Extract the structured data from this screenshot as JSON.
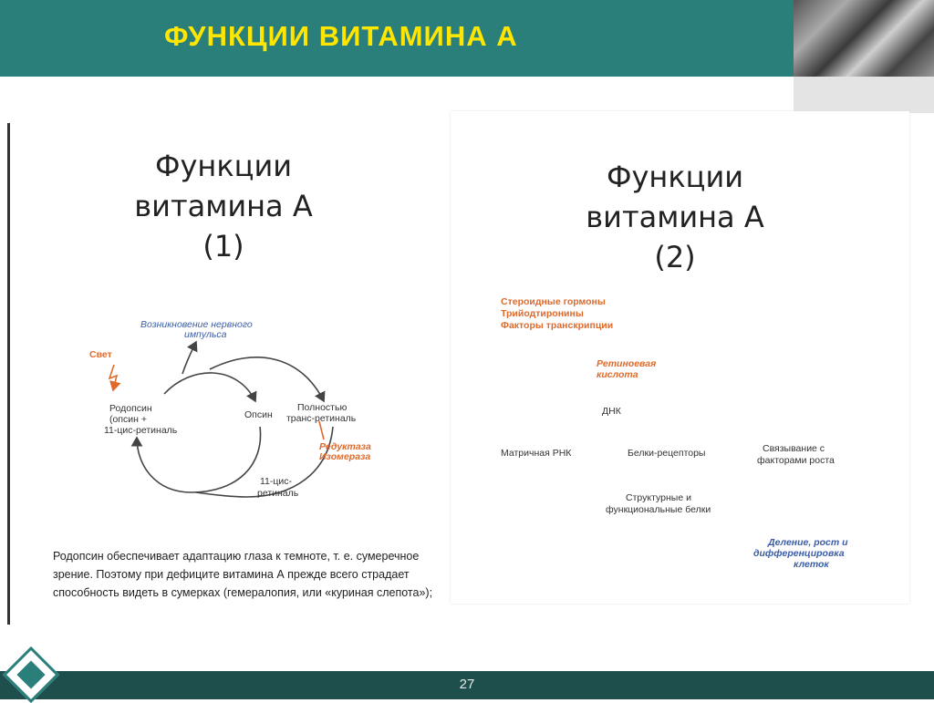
{
  "header": {
    "title": "ФУНКЦИИ ВИТАМИНА А"
  },
  "left": {
    "title_line1": "Функции",
    "title_line2": "витамина А",
    "title_line3": "(1)",
    "labels": {
      "impulse_1": "Возникновение нервного",
      "impulse_2": "импульса",
      "light": "Свет",
      "rhodopsin_1": "Родопсин",
      "rhodopsin_2": "(опсин +",
      "rhodopsin_3": "11-цис-ретиналь",
      "opsin": "Опсин",
      "trans_1": "Полностью",
      "trans_2": "транс-ретиналь",
      "enzyme_1": "Редуктаза",
      "enzyme_2": "Изомераза",
      "cis_1": "11-цис-",
      "cis_2": "ретиналь"
    },
    "paragraph": "Родопсин обеспечивает адаптацию глаза к темноте, т. е. сумеречное зрение. Поэтому при дефиците витамина А прежде всего страдает способность видеть в сумерках (гемералопия, или «куриная слепота»);"
  },
  "right": {
    "title_line1": "Функции",
    "title_line2": "витамина А",
    "title_line3": "(2)",
    "labels": {
      "hormones_1": "Стероидные гормоны",
      "hormones_2": "Трийодтиронины",
      "hormones_3": "Факторы транскрипции",
      "retinoic_1": "Ретиноевая",
      "retinoic_2": "кислота",
      "dna": "ДНК",
      "mrna": "Матричная РНК",
      "receptors": "Белки-рецепторы",
      "binding_1": "Связывание с",
      "binding_2": "факторами роста",
      "structural_1": "Структурные и",
      "structural_2": "функциональные белки",
      "division_1": "Деление, рост и",
      "division_2": "дифференцировка",
      "division_3": "клеток",
      "plus": "+"
    }
  },
  "footer": {
    "page_number": "27"
  }
}
